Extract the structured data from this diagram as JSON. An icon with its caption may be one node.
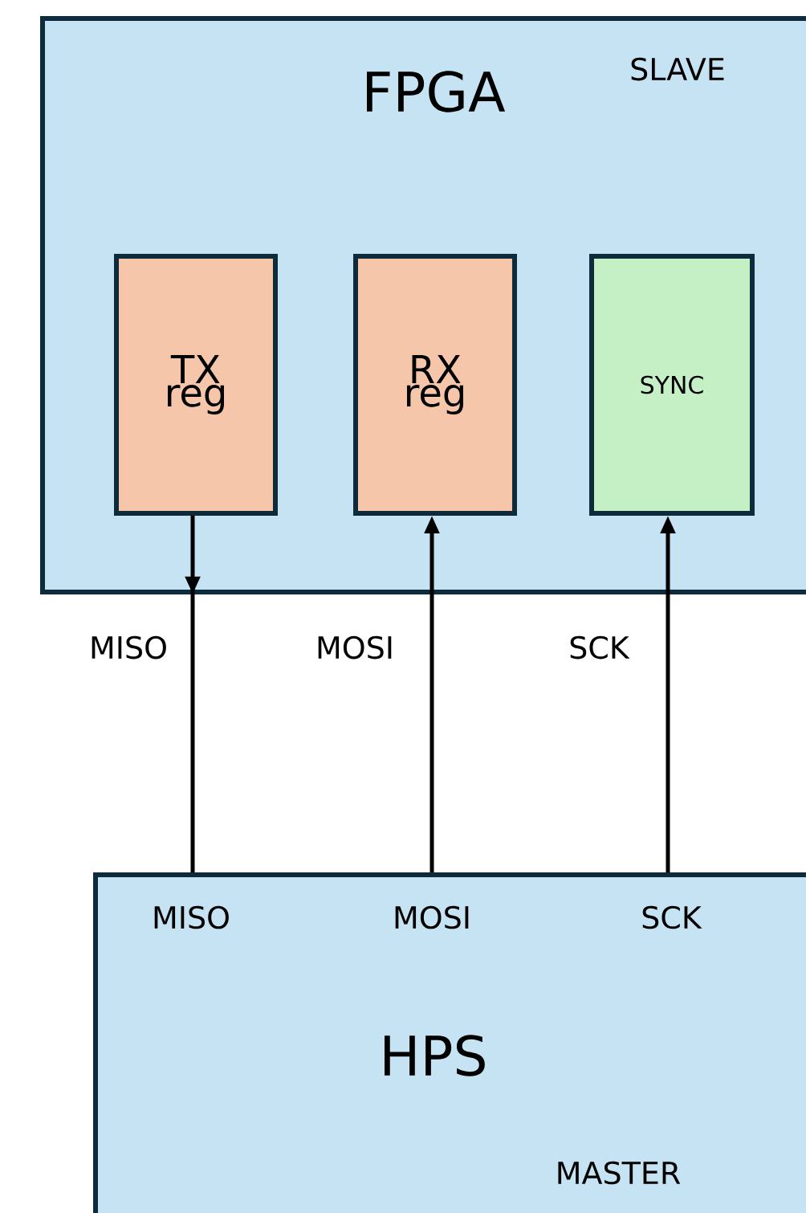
{
  "diagram": {
    "nodes": [
      {
        "text": [
          "FPGA",
          "SLAVE"
        ]
      },
      {
        "text": [
          "TX reg"
        ],
        "in": 0
      },
      {
        "text": [
          "RX reg"
        ],
        "in": 0
      },
      {
        "text": [
          "SYNC"
        ],
        "in": 0
      },
      {
        "text": [
          "HPS",
          "MASTER"
        ]
      }
    ],
    "edges": [
      {
        "from": 1,
        "to": 4,
        "arrow": "to",
        "label": "MISO"
      },
      {
        "from": 4,
        "to": 2,
        "arrow": "to",
        "label": "MOSI"
      },
      {
        "from": 4,
        "to": 3,
        "arrow": "to",
        "label": "SCK"
      }
    ],
    "labels": [
      "MISO",
      "MOSI",
      "SCK"
    ]
  }
}
